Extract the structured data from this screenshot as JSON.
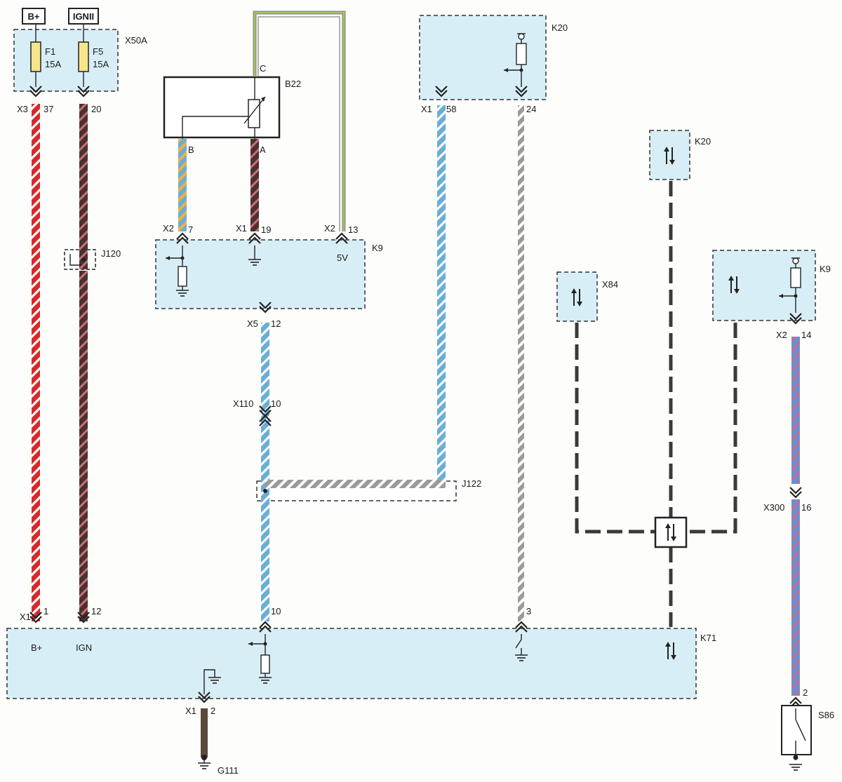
{
  "supply": {
    "bplus": "B+",
    "ign": "IGNII"
  },
  "fusebox": {
    "name": "X50A",
    "fuses": [
      {
        "label": "F1",
        "rating": "15A"
      },
      {
        "label": "F5",
        "rating": "15A"
      }
    ],
    "pins": [
      {
        "conn": "X3",
        "pin": "37"
      },
      {
        "conn": "",
        "pin": "20"
      }
    ]
  },
  "sensor": {
    "name": "B22",
    "term_c": "C",
    "term_b": "B",
    "term_a": "A"
  },
  "k9_top": {
    "name": "K9",
    "pins": [
      {
        "conn": "X2",
        "pin": "7"
      },
      {
        "conn": "X1",
        "pin": "19"
      },
      {
        "conn": "X2",
        "pin": "13"
      }
    ],
    "volt": "5V",
    "out": {
      "conn": "X5",
      "pin": "12"
    }
  },
  "k20_top": {
    "name": "K20",
    "pins": [
      {
        "conn": "X1",
        "pin": "58"
      },
      {
        "conn": "",
        "pin": "24"
      }
    ]
  },
  "k20_small": {
    "name": "K20"
  },
  "x84": {
    "name": "X84"
  },
  "k9_right": {
    "name": "K9",
    "pin": {
      "conn": "X2",
      "pin": "14"
    }
  },
  "splices": {
    "j120": "J120",
    "j122": "J122"
  },
  "x110": {
    "conn": "X110",
    "pin": "10"
  },
  "x300": {
    "conn": "X300",
    "pin": "16"
  },
  "k71": {
    "name": "K71",
    "pins": [
      {
        "conn": "X1",
        "pin": "1"
      },
      {
        "conn": "",
        "pin": "12"
      },
      {
        "conn": "",
        "pin": "10"
      },
      {
        "conn": "",
        "pin": "3"
      }
    ],
    "inner": {
      "bplus": "B+",
      "ign": "IGN"
    },
    "ground_pin": {
      "conn": "X1",
      "pin": "2"
    }
  },
  "ground": {
    "name": "G111"
  },
  "switch": {
    "name": "S86",
    "pin": "2"
  },
  "colors": {
    "red": "#d8282a",
    "brown": "#4a3328",
    "blue": "#6aaed6",
    "orange": "#f0b040",
    "green": "#a3c45a",
    "pink": "#cc6a8a",
    "module_fill": "#d7eef7",
    "fuse_fill": "#f6e58c"
  },
  "icons": [
    "fuse-icon",
    "ground-icon",
    "resistor-icon",
    "switch-icon",
    "bidirectional-arrows-icon",
    "thermistor-icon"
  ]
}
